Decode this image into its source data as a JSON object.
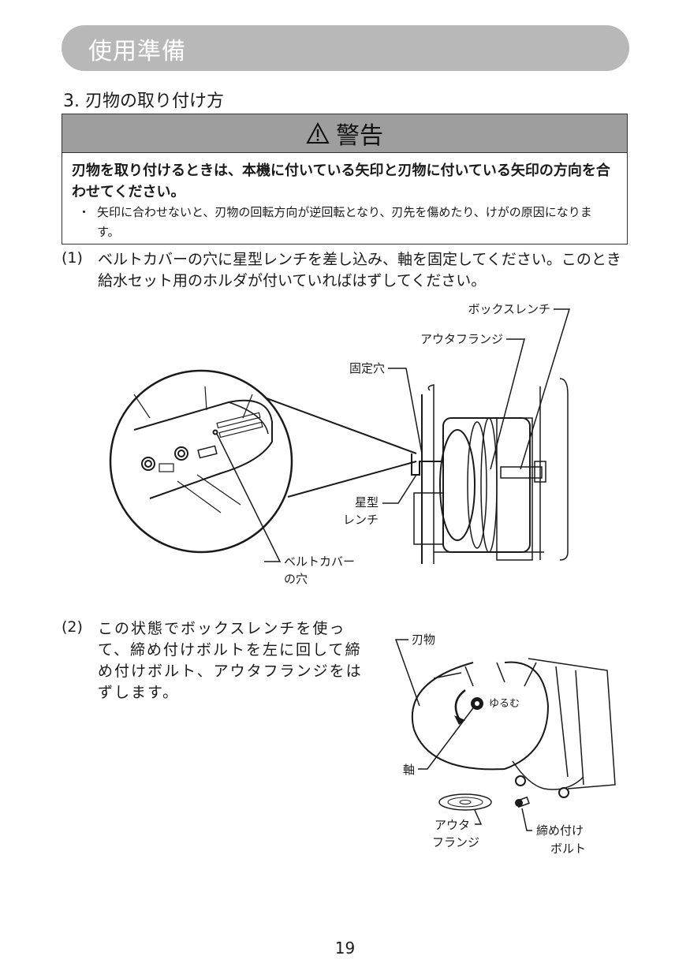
{
  "header": {
    "title": "使用準備"
  },
  "section": {
    "title": "3. 刃物の取り付け方"
  },
  "warning": {
    "heading": "警告",
    "main": "刃物を取り付けるときは、本機に付いている矢印と刃物に付いている矢印の方向を合わせてください。",
    "bullet_mark": "・",
    "bullet": "矢印に合わせないと、刃物の回転方向が逆回転となり、刃先を傷めたり、けがの原因になります。"
  },
  "steps": [
    {
      "num": "(1)",
      "text": "ベルトカバーの穴に星型レンチを差し込み、軸を固定してください。このとき給水セット用のホルダが付いていればはずしてください。"
    },
    {
      "num": "(2)",
      "text": "この状態でボックスレンチを使って、締め付けボルトを左に回して締め付けボルト、アウタフランジをはずします。"
    }
  ],
  "figure1": {
    "labels": {
      "box_wrench": "ボックスレンチ",
      "outer_flange": "アウタフランジ",
      "fixing_hole": "固定穴",
      "star_wrench_1": "星型",
      "star_wrench_2": "レンチ",
      "belt_cover_1": "ベルトカバー",
      "belt_cover_2": "の穴"
    }
  },
  "figure2": {
    "labels": {
      "blade": "刃物",
      "loosen": "ゆるむ",
      "shaft": "軸",
      "outer_flange_1": "アウタ",
      "outer_flange_2": "フランジ",
      "bolt_1": "締め付け",
      "bolt_2": "ボルト"
    }
  },
  "page": {
    "number": "19"
  }
}
